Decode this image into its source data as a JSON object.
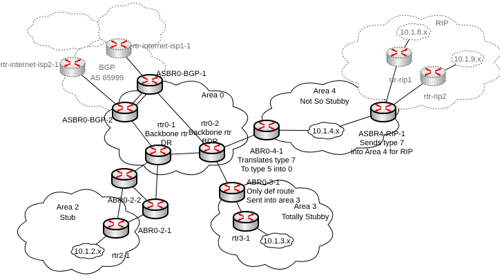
{
  "diagram": {
    "colors": {
      "router_arrow": "#e01010",
      "router_body_light": "#f4f4f4",
      "router_body_dark": "#9a9a9a",
      "primary_outline": "#000000",
      "external_outline": "#606060",
      "external_text": "#6a6a6a"
    },
    "areas": [
      {
        "id": "bgp",
        "lines": [
          "BGP",
          "AS 65999"
        ],
        "style": "external"
      },
      {
        "id": "area0",
        "lines": [
          "Area 0"
        ],
        "style": "primary"
      },
      {
        "id": "area4",
        "lines": [
          "Area 4",
          "Not So Stubby"
        ],
        "style": "primary"
      },
      {
        "id": "rip",
        "lines": [
          "RIP"
        ],
        "style": "external"
      },
      {
        "id": "area2",
        "lines": [
          "Area 2",
          "Stub"
        ],
        "style": "primary"
      },
      {
        "id": "area3",
        "lines": [
          "Area 3",
          "Totally Stubby"
        ],
        "style": "primary"
      }
    ],
    "networks": [
      {
        "id": "net-10-1-4",
        "label": "10.1.4.x",
        "style": "primary"
      },
      {
        "id": "net-10-1-2",
        "label": "10.1.2.x",
        "style": "primary"
      },
      {
        "id": "net-10-1-3",
        "label": "10.1.3.x",
        "style": "primary"
      },
      {
        "id": "net-10-1-8",
        "label": "10.1.8.x",
        "style": "external"
      },
      {
        "id": "net-10-1-9",
        "label": "10.1.9.x",
        "style": "external"
      }
    ],
    "routers": [
      {
        "id": "isp1",
        "lines": [
          "rtr-internet-isp1-1"
        ],
        "style": "external"
      },
      {
        "id": "isp2",
        "lines": [
          "rtr-internet-isp2-1"
        ],
        "style": "external"
      },
      {
        "id": "bgp1",
        "lines": [
          "ASBR0-BGP-1"
        ],
        "style": "primary"
      },
      {
        "id": "bgp2",
        "lines": [
          "ASBR0-BGP-2"
        ],
        "style": "primary"
      },
      {
        "id": "rtr01",
        "lines": [
          "rtr0-1",
          "Backbone rtr",
          "DR"
        ],
        "style": "primary"
      },
      {
        "id": "rtr02",
        "lines": [
          "rtr0-2",
          "Backbone rtr",
          "BDR"
        ],
        "style": "primary"
      },
      {
        "id": "abr022",
        "lines": [
          "ABR0-2-2"
        ],
        "style": "primary"
      },
      {
        "id": "abr021",
        "lines": [
          "ABR0-2-1"
        ],
        "style": "primary"
      },
      {
        "id": "rtr21",
        "lines": [
          "rtr2-1"
        ],
        "style": "primary"
      },
      {
        "id": "abr041",
        "lines": [
          "ABR0-4-1",
          "Translates type 7",
          "To type 5 into 0"
        ],
        "style": "primary"
      },
      {
        "id": "asbr4",
        "lines": [
          "ASBR4-RIP-1",
          "Sends type 7",
          "into Area 4 for RIP"
        ],
        "style": "primary"
      },
      {
        "id": "rip1",
        "lines": [
          "rtr-rip1"
        ],
        "style": "external"
      },
      {
        "id": "rip2",
        "lines": [
          "rtr-rip2"
        ],
        "style": "external"
      },
      {
        "id": "abr031",
        "lines": [
          "ABR0-3-1",
          "Only def route",
          "Sent into area 3"
        ],
        "style": "primary"
      },
      {
        "id": "rtr31",
        "lines": [
          "rtr3-1"
        ],
        "style": "primary"
      }
    ],
    "links": [
      [
        "isp1",
        "bgp1"
      ],
      [
        "isp2",
        "bgp2"
      ],
      [
        "bgp1",
        "bgp2"
      ],
      [
        "bgp1",
        "rtr02"
      ],
      [
        "bgp2",
        "rtr01"
      ],
      [
        "rtr01",
        "rtr02"
      ],
      [
        "rtr01",
        "abr022"
      ],
      [
        "rtr01",
        "abr021"
      ],
      [
        "abr022",
        "abr021"
      ],
      [
        "abr022",
        "rtr21"
      ],
      [
        "abr021",
        "rtr21"
      ],
      [
        "rtr21",
        "net-10-1-2"
      ],
      [
        "rtr02",
        "abr041"
      ],
      [
        "rtr02",
        "abr031"
      ],
      [
        "abr041",
        "net-10-1-4"
      ],
      [
        "net-10-1-4",
        "asbr4"
      ],
      [
        "asbr4",
        "rip1"
      ],
      [
        "asbr4",
        "rip2"
      ],
      [
        "rip1",
        "net-10-1-8"
      ],
      [
        "rip2",
        "net-10-1-9"
      ],
      [
        "abr031",
        "rtr31"
      ],
      [
        "rtr31",
        "net-10-1-3"
      ]
    ]
  }
}
